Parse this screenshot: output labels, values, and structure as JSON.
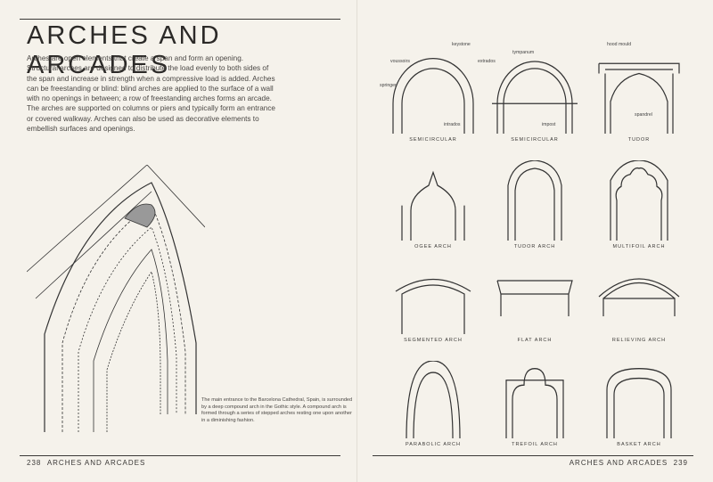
{
  "title": "ARCHES AND ARCADES",
  "intro": "Arches are open elements that create a span and form an opening. Structural arches are designed to distribute the load evenly to both sides of the span and increase in strength when a compressive load is added. Arches can be freestanding or blind: blind arches are applied to the surface of a wall with no openings in between; a row of freestanding arches forms an arcade. The arches are supported on columns or piers and typically form an entrance or covered walkway. Arches can also be used as decorative elements to embellish surfaces and openings.",
  "caption": "The main entrance to the Barcelona Cathedral, Spain, is surrounded by a deep compound arch in the Gothic style. A compound arch is formed through a series of stepped arches resting one upon another in a diminishing fashion.",
  "footer": {
    "left_num": "238",
    "left_text": "ARCHES AND ARCADES",
    "right_text": "ARCHES AND ARCADES",
    "right_num": "239"
  },
  "annotations": {
    "keystone": "keystone",
    "voussoirs": "voussoirs",
    "extrados": "extrados",
    "springer": "springer",
    "intrados": "intrados",
    "tympanum": "tympanum",
    "impost": "impost",
    "hood_mould": "hood mould",
    "spandrel": "spandrel"
  },
  "arches": [
    {
      "label": "SEMICIRCULAR",
      "shape": "round"
    },
    {
      "label": "SEMICIRCULAR",
      "shape": "round2"
    },
    {
      "label": "TUDOR",
      "shape": "tudor"
    },
    {
      "label": "OGEE ARCH",
      "shape": "ogee"
    },
    {
      "label": "TUDOR ARCH",
      "shape": "pointed"
    },
    {
      "label": "MULTIFOIL ARCH",
      "shape": "multifoil"
    },
    {
      "label": "SEGMENTED ARCH",
      "shape": "segment"
    },
    {
      "label": "FLAT ARCH",
      "shape": "flat"
    },
    {
      "label": "RELIEVING ARCH",
      "shape": "relieving"
    },
    {
      "label": "PARABOLIC ARCH",
      "shape": "parabolic"
    },
    {
      "label": "TREFOIL ARCH",
      "shape": "trefoil"
    },
    {
      "label": "BASKET ARCH",
      "shape": "basket"
    }
  ]
}
